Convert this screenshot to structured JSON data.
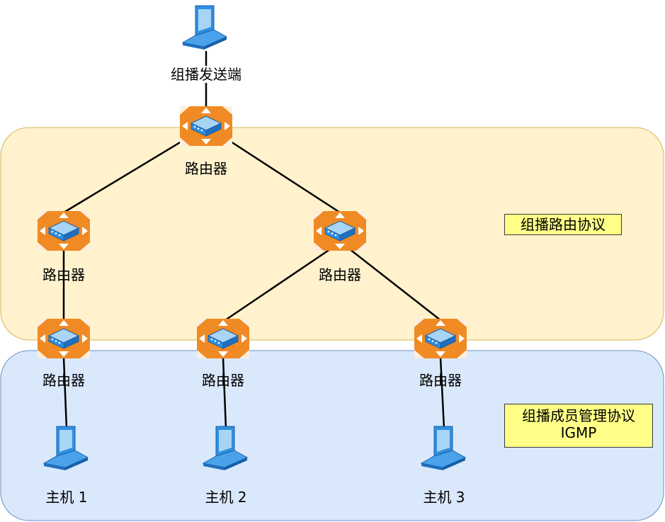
{
  "sender": {
    "label": "组播发送端"
  },
  "routers": [
    {
      "id": "r-top",
      "label": "路由器"
    },
    {
      "id": "r-mid-left",
      "label": "路由器"
    },
    {
      "id": "r-mid-right",
      "label": "路由器"
    },
    {
      "id": "r-bot-left",
      "label": "路由器"
    },
    {
      "id": "r-bot-mid",
      "label": "路由器"
    },
    {
      "id": "r-bot-right",
      "label": "路由器"
    }
  ],
  "hosts": [
    {
      "label": "主机 1"
    },
    {
      "label": "主机 2"
    },
    {
      "label": "主机 3"
    }
  ],
  "zones": {
    "routing": {
      "label": "组播路由协议",
      "fill": "#fff2cc",
      "stroke": "#d6b656"
    },
    "igmp": {
      "line1": "组播成员管理协议",
      "line2": "IGMP",
      "fill": "#dae8fc",
      "stroke": "#6c8ebf"
    }
  },
  "colors": {
    "router": "#f08a24",
    "device": "#2f8fe0",
    "note": "#ffff88"
  },
  "icons": {
    "router": "router-icon",
    "computer": "laptop-icon"
  }
}
